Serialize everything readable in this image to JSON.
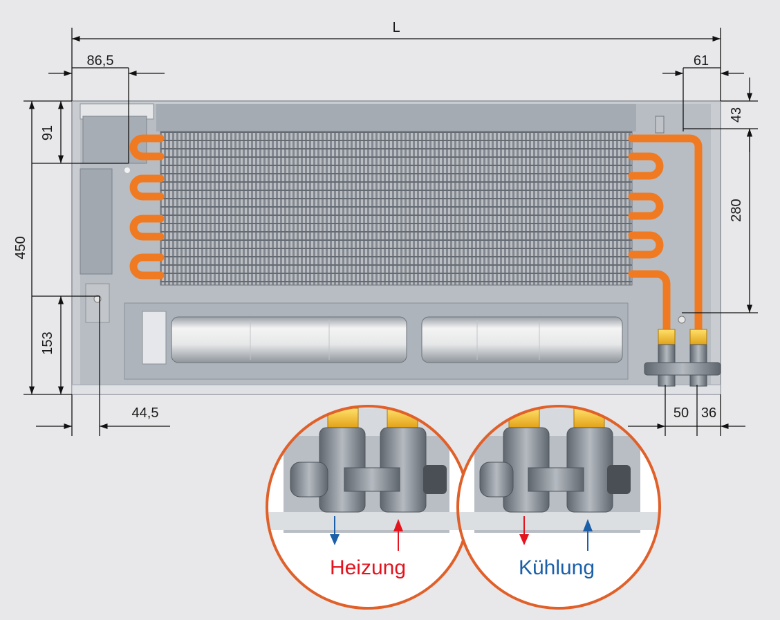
{
  "dimensions": {
    "overall_length": "L",
    "left_offset": "86,5",
    "right_offset": "61",
    "top_right": "43",
    "pipe_spacing_vertical": "280",
    "total_height": "450",
    "top_left": "91",
    "bottom_left": "153",
    "bottom_offset": "44,5",
    "connection_spacing": "50",
    "connection_right": "36"
  },
  "details": {
    "heating_label": "Heizung",
    "cooling_label": "Kühlung"
  },
  "colors": {
    "background": "#e8e8ea",
    "pipe": "#f07a22",
    "circle_border": "#e0602a",
    "heating": "#e3141e",
    "cooling": "#1a5fa8",
    "housing": "#a9b0b9"
  }
}
